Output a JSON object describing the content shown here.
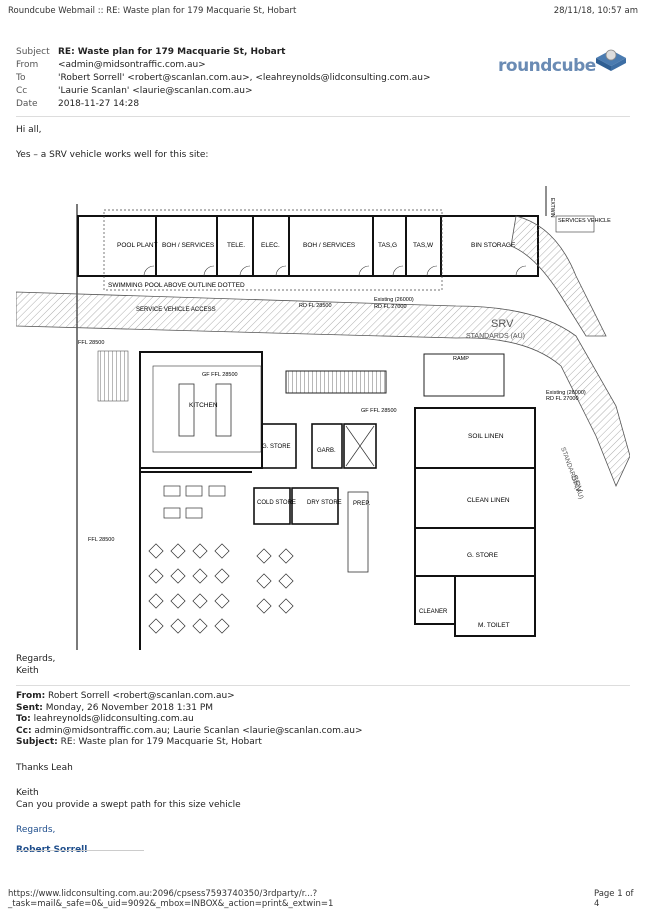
{
  "print_header": {
    "title": "Roundcube Webmail :: RE: Waste plan for 179 Macquarie St, Hobart",
    "datetime": "28/11/18, 10:57 am"
  },
  "logo": {
    "text": "roundcube"
  },
  "message_headers": {
    "subject_label": "Subject",
    "subject": "RE: Waste plan for 179 Macquarie St, Hobart",
    "from_label": "From",
    "from": "<admin@midsontraffic.com.au>",
    "to_label": "To",
    "to": "'Robert Sorrell' <robert@scanlan.com.au>, <leahreynolds@lidconsulting.com.au>",
    "cc_label": "Cc",
    "cc": "'Laurie Scanlan' <laurie@scanlan.com.au>",
    "date_label": "Date",
    "date": "2018-11-27 14:28"
  },
  "body": {
    "greeting": "Hi all,",
    "line1": "Yes – a SRV vehicle works well for this site:",
    "regards": "Regards,",
    "name": "Keith"
  },
  "plan_labels": {
    "pool_plant": "POOL PLANT",
    "boh1": "BOH / SERVICES",
    "tele": "TELE.",
    "elec": "ELEC.",
    "boh2": "BOH / SERVICES",
    "tasg": "TAS,G",
    "tasw": "TAS,W",
    "bin_storage": "BIN STORAGE",
    "pool_outline": "SWIMMING POOL ABOVE OUTLINE DOTTED",
    "service_access": "SERVICE VEHICLE ACCESS",
    "rd_fl": "RD FL 28500",
    "existing1": "Existing (26000)",
    "rd_fl2": "RD FL 27000",
    "srv": "SRV",
    "standards": "STANDARDS (AU)",
    "ffl1": "FFL 28500",
    "ramp": "RAMP",
    "existing2": "Existing (26000)",
    "rd_fl3": "RD FL 27000",
    "gf_ffl1": "GF FFL 28500",
    "kitchen": "KITCHEN",
    "gf_ffl2": "GF FFL 28500",
    "gstore1": "G. STORE",
    "garb": "GARB.",
    "soil_linen": "SOIL LINEN",
    "clean_linen": "CLEAN LINEN",
    "gstore2": "G. STORE",
    "cold_store": "COLD STORE",
    "dry_store": "DRY STORE",
    "prep": "PREP.",
    "ffl2": "FFL 28500",
    "cleaner": "CLEANER",
    "m_toilet": "M. TOILET",
    "srv2": "SRV",
    "standards2": "STANDARDS (AU)",
    "services_vehicle": "SERVICES VEHICLE",
    "extwin": "EXTWIN"
  },
  "quoted": {
    "from_label": "From:",
    "from": "Robert Sorrell <robert@scanlan.com.au>",
    "sent_label": "Sent:",
    "sent": "Monday, 26 November 2018 1:31 PM",
    "to_label": "To:",
    "to": "leahreynolds@lidconsulting.com.au",
    "cc_label": "Cc:",
    "cc": "admin@midsontraffic.com.au; Laurie Scanlan <laurie@scanlan.com.au>",
    "subject_label": "Subject:",
    "subject": "RE: Waste plan for 179 Macquarie St, Hobart",
    "thanks": "Thanks Leah",
    "name": "Keith",
    "question": "Can you provide a swept path for this size vehicle",
    "regards": "Regards,",
    "signature": "Robert Sorrell"
  },
  "print_footer": {
    "url": "https://www.lidconsulting.com.au:2096/cpsess7593740350/3rdparty/r...?_task=mail&_safe=0&_uid=9092&_mbox=INBOX&_action=print&_extwin=1",
    "page": "Page 1 of 4"
  },
  "colors": {
    "link": "#1f4e8c",
    "logo": "#6a8bb4",
    "text": "#222222"
  }
}
